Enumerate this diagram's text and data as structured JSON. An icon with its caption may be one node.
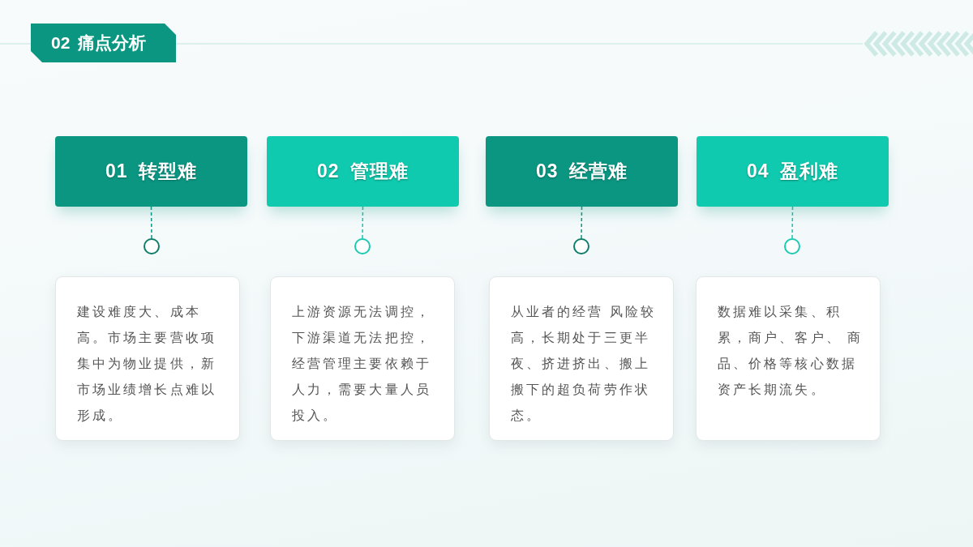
{
  "diagram": {
    "title": "02 痛点分析",
    "nodes": [
      {
        "text": [
          "01 转型难"
        ]
      },
      {
        "text": [
          "02 管理难"
        ]
      },
      {
        "text": [
          "03 经营难"
        ]
      },
      {
        "text": [
          "04 盈利难"
        ]
      },
      {
        "text": [],
        "shape": "circle"
      },
      {
        "text": [],
        "shape": "circle"
      },
      {
        "text": [],
        "shape": "circle"
      },
      {
        "text": [],
        "shape": "circle"
      },
      {
        "text": [
          "建设难度大、成本高。市场主要营收项集中为物业提供，新市场业绩增长点难以形成。"
        ]
      },
      {
        "text": [
          "上游资源无法调控，下游渠道无法把控，经营管理主要依赖于人力，需要大量人员投入。"
        ]
      },
      {
        "text": [
          "从业者的经营 风险较高，长期处于三更半夜、挤进挤出、搬上搬下的超负荷劳作状态。"
        ]
      },
      {
        "text": [
          "数据难以采集、积累，商户、客户、 商品、价格等核心数据资产长期流失。"
        ]
      }
    ],
    "edges": [
      {
        "from": 0,
        "to": 4,
        "arrow": "none",
        "style": "dashed",
        "color": "#0b9682"
      },
      {
        "from": 1,
        "to": 5,
        "arrow": "none",
        "style": "dashed",
        "color": "#13c7ad"
      },
      {
        "from": 2,
        "to": 6,
        "arrow": "none",
        "style": "dashed",
        "color": "#0b9682"
      },
      {
        "from": 3,
        "to": 7,
        "arrow": "none",
        "style": "dashed",
        "color": "#13c7ad"
      }
    ]
  }
}
